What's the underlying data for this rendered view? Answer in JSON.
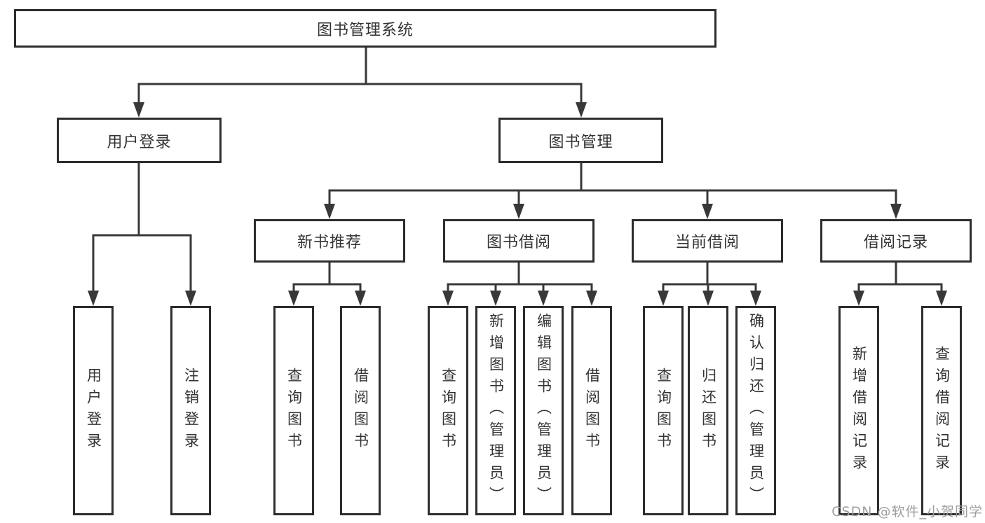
{
  "diagram": {
    "root_label": "图书管理系统",
    "branches": {
      "user_login": {
        "label": "用户登录",
        "leaves": [
          {
            "label": "用户登录"
          },
          {
            "label": "注销登录"
          }
        ]
      },
      "book_management": {
        "label": "图书管理",
        "sections": [
          {
            "label": "新书推荐",
            "leaves": [
              {
                "label": "查询图书"
              },
              {
                "label": "借阅图书"
              }
            ]
          },
          {
            "label": "图书借阅",
            "leaves": [
              {
                "label": "查询图书"
              },
              {
                "label": "新增图书（管理员）"
              },
              {
                "label": "编辑图书（管理员）"
              },
              {
                "label": "借阅图书"
              }
            ]
          },
          {
            "label": "当前借阅",
            "leaves": [
              {
                "label": "查询图书"
              },
              {
                "label": "归还图书"
              },
              {
                "label": "确认归还（管理员）"
              }
            ]
          },
          {
            "label": "借阅记录",
            "leaves": [
              {
                "label": "新增借阅记录"
              },
              {
                "label": "查询借阅记录"
              }
            ]
          }
        ]
      }
    }
  },
  "watermark": {
    "text": "CSDN @软件_小贺同学"
  },
  "colors": {
    "line": "#383838",
    "box_border": "#2d2d2d",
    "text": "#333333",
    "watermark_text": "#9e9e9e",
    "background": "#ffffff"
  }
}
